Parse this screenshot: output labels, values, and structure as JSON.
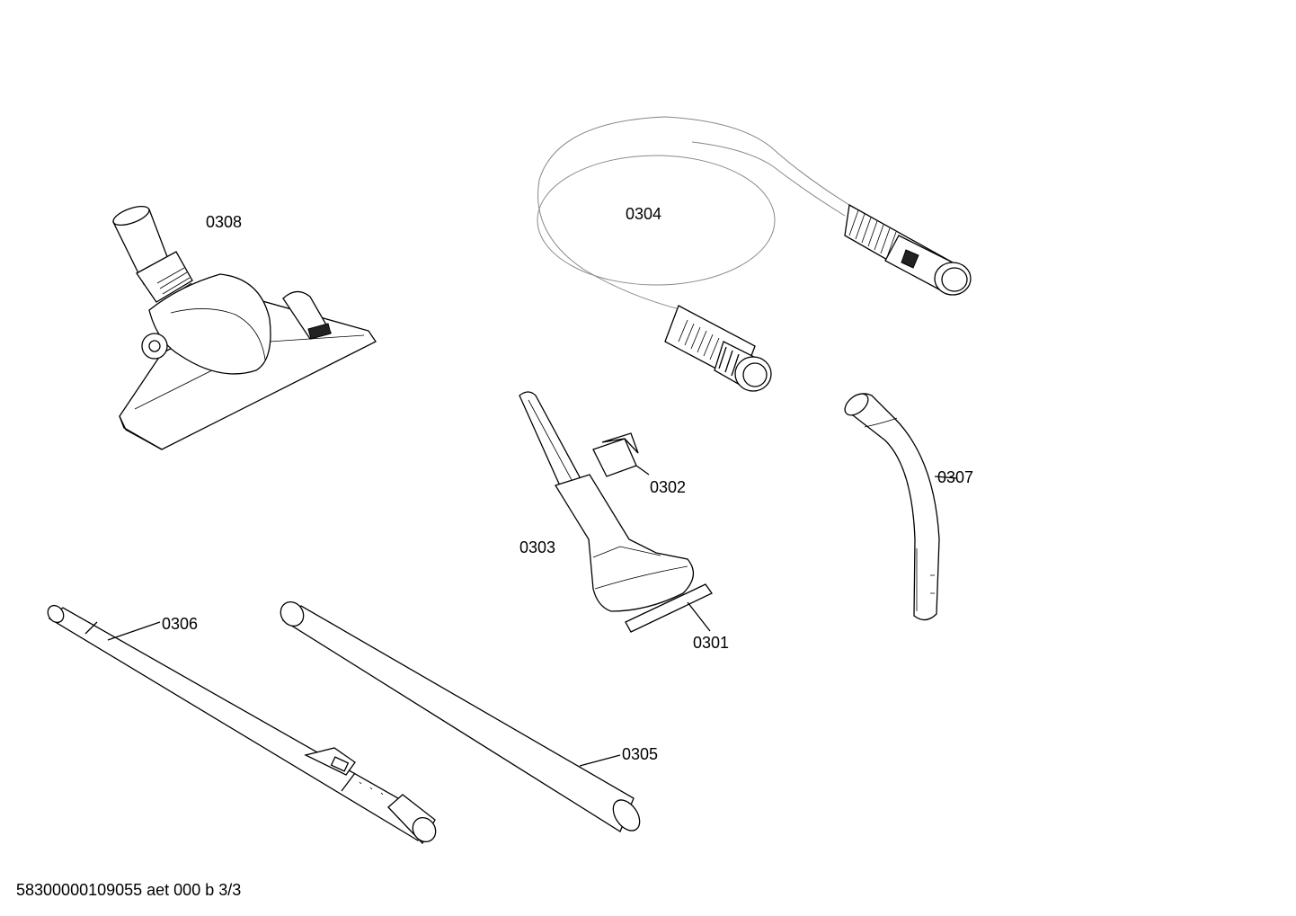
{
  "drawing_id": "58300000109055 aet 000 b 3/3",
  "parts": [
    {
      "id": "0301",
      "name": "wide strip"
    },
    {
      "id": "0302",
      "name": "clip"
    },
    {
      "id": "0303",
      "name": "upholstery nozzle"
    },
    {
      "id": "0304",
      "name": "hose"
    },
    {
      "id": "0305",
      "name": "tube"
    },
    {
      "id": "0306",
      "name": "telescopic tube"
    },
    {
      "id": "0307",
      "name": "handle"
    },
    {
      "id": "0308",
      "name": "floor nozzle"
    }
  ]
}
